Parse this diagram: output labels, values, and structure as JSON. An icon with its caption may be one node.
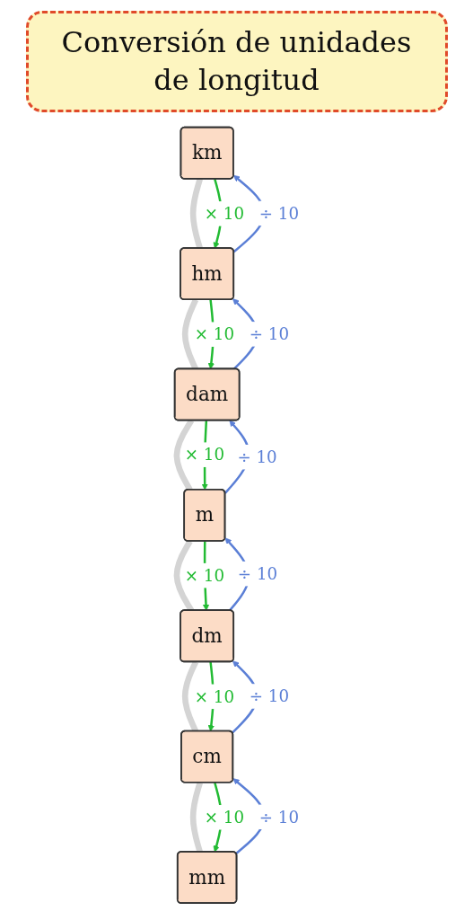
{
  "diagram": {
    "title": "Conversión de unidades de longitud",
    "nodes": [
      {
        "text": [
          "km"
        ]
      },
      {
        "text": [
          "hm"
        ]
      },
      {
        "text": [
          "dam"
        ]
      },
      {
        "text": [
          "m"
        ]
      },
      {
        "text": [
          "dm"
        ]
      },
      {
        "text": [
          "cm"
        ]
      },
      {
        "text": [
          "mm"
        ]
      }
    ],
    "edges": [
      {
        "from": 0,
        "to": 1,
        "arrow": "none",
        "style": "thick",
        "color": "#d4d4d4"
      },
      {
        "from": 0,
        "to": 1,
        "arrow": "to",
        "label": "× 10",
        "color": "#22bb33"
      },
      {
        "from": 1,
        "to": 0,
        "arrow": "to",
        "label": "÷ 10",
        "color": "#5b7fd6"
      },
      {
        "from": 1,
        "to": 2,
        "arrow": "none",
        "style": "thick",
        "color": "#d4d4d4"
      },
      {
        "from": 1,
        "to": 2,
        "arrow": "to",
        "label": "× 10",
        "color": "#22bb33"
      },
      {
        "from": 2,
        "to": 1,
        "arrow": "to",
        "label": "÷ 10",
        "color": "#5b7fd6"
      },
      {
        "from": 2,
        "to": 3,
        "arrow": "none",
        "style": "thick",
        "color": "#d4d4d4"
      },
      {
        "from": 2,
        "to": 3,
        "arrow": "to",
        "label": "× 10",
        "color": "#22bb33"
      },
      {
        "from": 3,
        "to": 2,
        "arrow": "to",
        "label": "÷ 10",
        "color": "#5b7fd6"
      },
      {
        "from": 3,
        "to": 4,
        "arrow": "none",
        "style": "thick",
        "color": "#d4d4d4"
      },
      {
        "from": 3,
        "to": 4,
        "arrow": "to",
        "label": "× 10",
        "color": "#22bb33"
      },
      {
        "from": 4,
        "to": 3,
        "arrow": "to",
        "label": "÷ 10",
        "color": "#5b7fd6"
      },
      {
        "from": 4,
        "to": 5,
        "arrow": "none",
        "style": "thick",
        "color": "#d4d4d4"
      },
      {
        "from": 4,
        "to": 5,
        "arrow": "to",
        "label": "× 10",
        "color": "#22bb33"
      },
      {
        "from": 5,
        "to": 4,
        "arrow": "to",
        "label": "÷ 10",
        "color": "#5b7fd6"
      },
      {
        "from": 5,
        "to": 6,
        "arrow": "none",
        "style": "thick",
        "color": "#d4d4d4"
      },
      {
        "from": 5,
        "to": 6,
        "arrow": "to",
        "label": "× 10",
        "color": "#22bb33"
      },
      {
        "from": 6,
        "to": 5,
        "arrow": "to",
        "label": "÷ 10",
        "color": "#5b7fd6"
      }
    ]
  }
}
